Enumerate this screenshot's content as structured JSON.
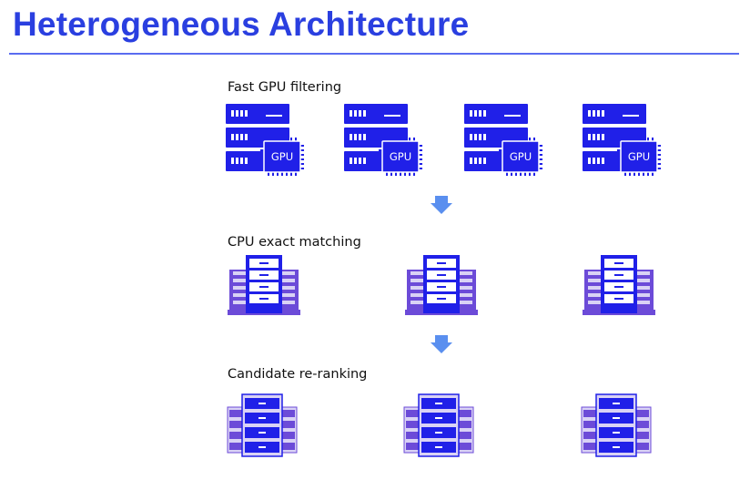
{
  "slide": {
    "title": "Heterogeneous Architecture",
    "title_color": "#2a3fe0",
    "rule_color": "#5a6cf0"
  },
  "stages": [
    {
      "label": "Fast GPU filtering",
      "icon": "gpu-server-icon",
      "count": 4,
      "chip_label": "GPU"
    },
    {
      "label": "CPU exact matching",
      "icon": "cpu-server-rack-icon",
      "count": 3
    },
    {
      "label": "Candidate re-ranking",
      "icon": "reranking-server-icon",
      "count": 3
    }
  ],
  "colors": {
    "server_blue": "#2020e8",
    "rack_purple": "#6c4bd8",
    "rack_light": "#d9d2f5",
    "arrow_blue": "#5a8fef"
  }
}
